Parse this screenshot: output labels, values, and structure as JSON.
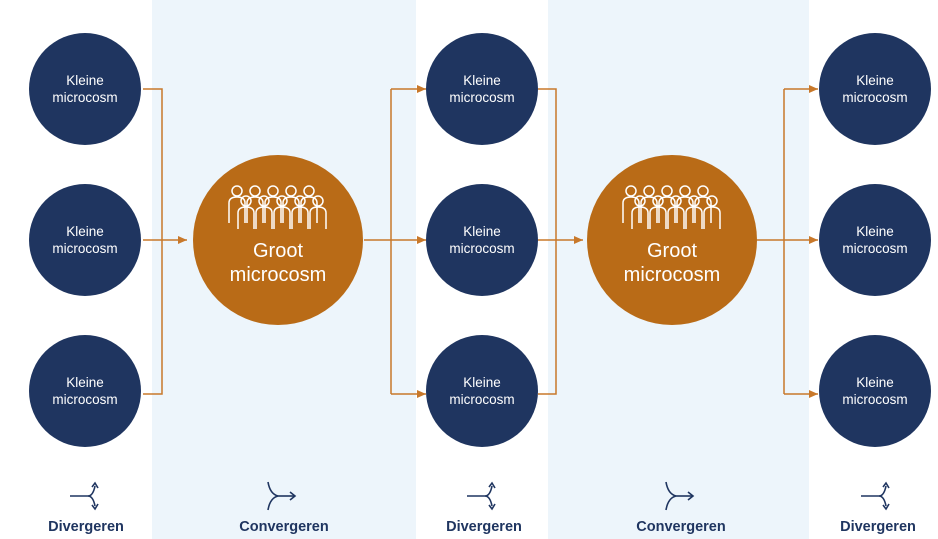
{
  "colors": {
    "small_circle": "#1f3560",
    "large_circle": "#b96b17",
    "connector": "#c8782a",
    "panel_light": "#ffffff",
    "panel_tint": "#edf5fb",
    "label_text": "#1f3560"
  },
  "small_node": {
    "line1": "Kleine",
    "line2": "microcosm"
  },
  "large_node": {
    "line1": "Groot",
    "line2": "microcosm",
    "icon": "group-of-people-icon"
  },
  "phases": [
    {
      "label": "Divergeren",
      "icon": "diverge-icon"
    },
    {
      "label": "Convergeren",
      "icon": "converge-icon"
    },
    {
      "label": "Divergeren",
      "icon": "diverge-icon"
    },
    {
      "label": "Convergeren",
      "icon": "converge-icon"
    },
    {
      "label": "Divergeren",
      "icon": "diverge-icon"
    }
  ]
}
